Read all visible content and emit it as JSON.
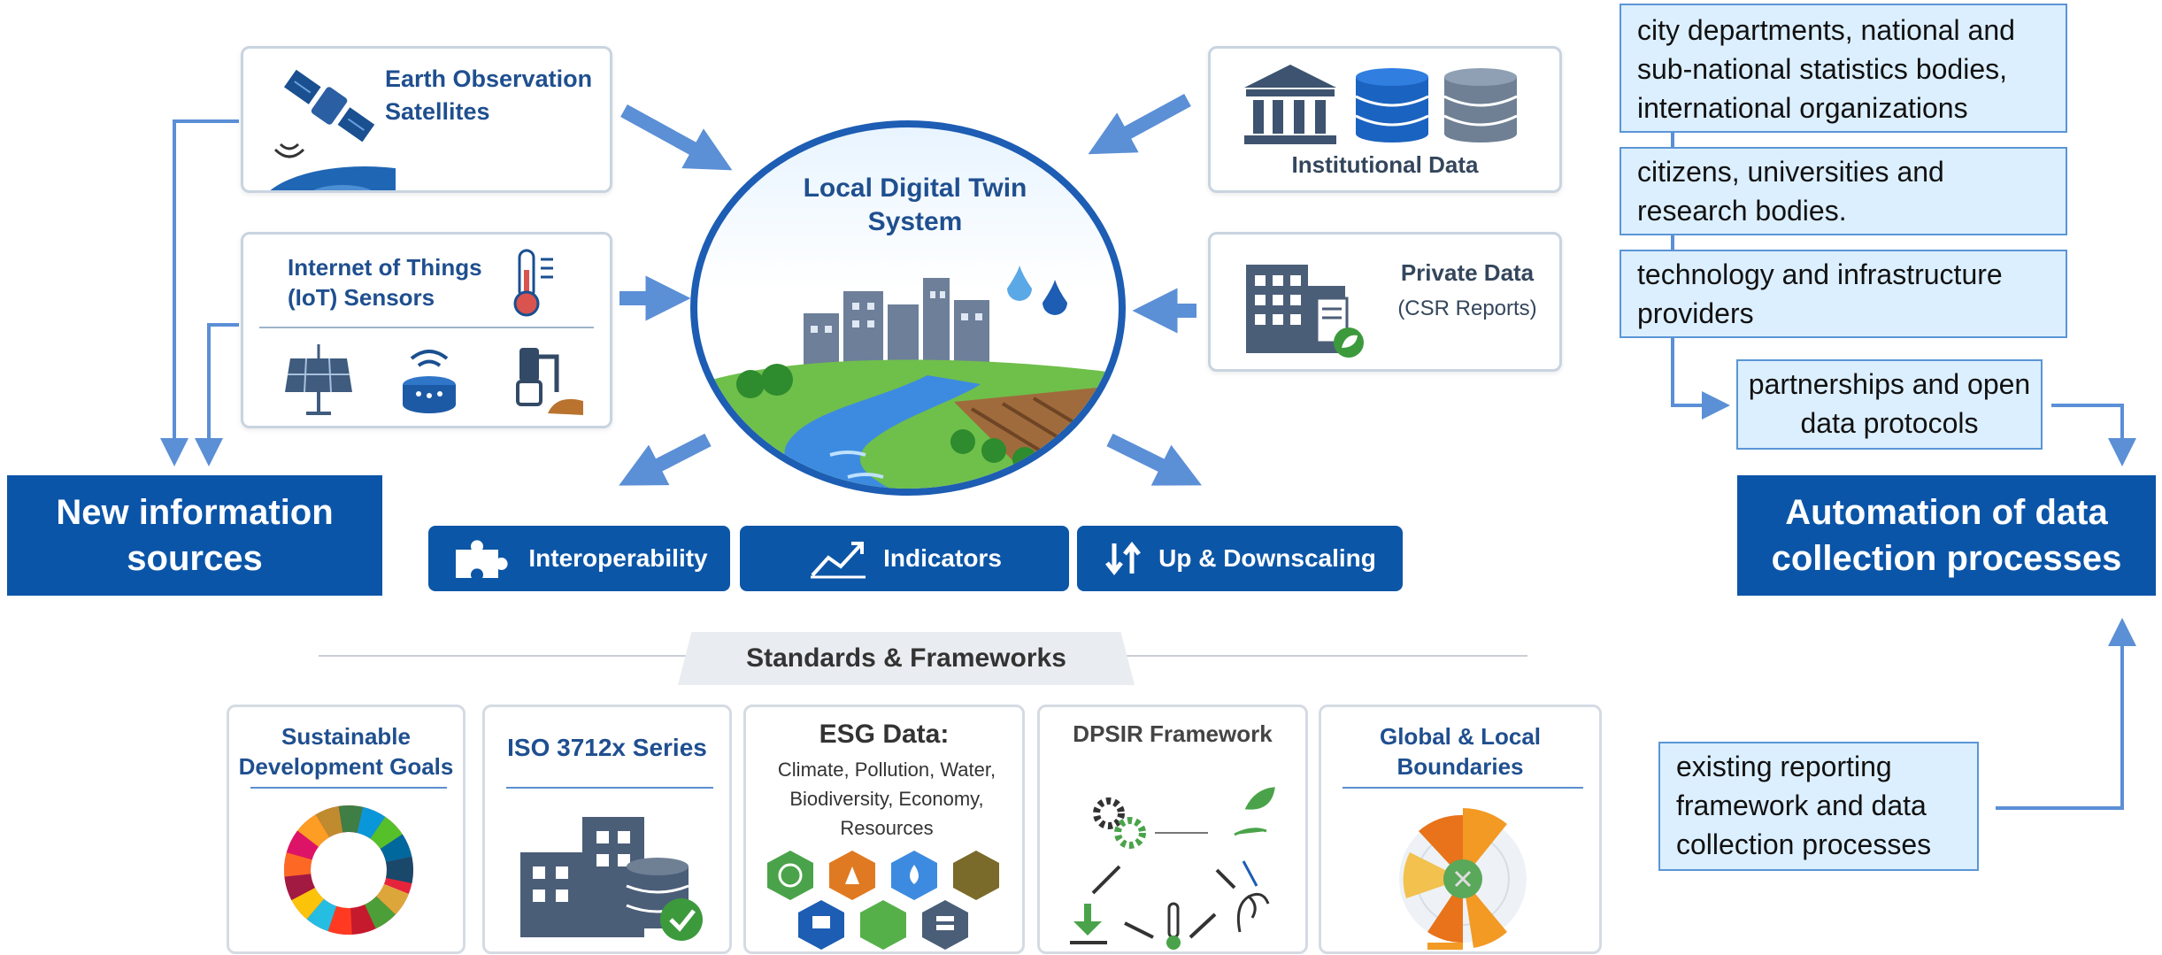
{
  "sources": {
    "earth_obs": "Earth Observation Satellites",
    "iot": "Internet of Things (IoT) Sensors",
    "institutional": "Institutional Data",
    "private": "Private Data",
    "private_sub": "(CSR Reports)"
  },
  "center": {
    "title": "Local Digital Twin System"
  },
  "pills": [
    {
      "label": "Interoperability",
      "icon": "puzzle-icon"
    },
    {
      "label": "Indicators",
      "icon": "trend-chart-icon"
    },
    {
      "label": "Up & Downscaling",
      "icon": "up-down-arrows-icon"
    }
  ],
  "standards": {
    "heading": "Standards & Frameworks",
    "sdg": "Sustainable Development Goals",
    "iso": "ISO 3712x Series",
    "esg_title": "ESG Data:",
    "esg_body": "Climate, Pollution, Water, Biodiversity, Economy, Resources",
    "dpsir": "DPSIR Framework",
    "boundaries": "Global & Local Boundaries"
  },
  "left_box": "New information sources",
  "right_box": "Automation of data collection processes",
  "notes": {
    "n1": "city departments, national and sub-national statistics bodies, international organizations",
    "n2": "citizens, universities and research bodies.",
    "n3": "technology and infrastructure providers",
    "n4": "partnerships and open data protocols",
    "n5": "existing reporting framework and data collection processes"
  },
  "colors": {
    "navy": "#0b55a8",
    "note_fill": "#dcefff",
    "note_border": "#5b95d6",
    "arrow": "#5b8fd6"
  }
}
